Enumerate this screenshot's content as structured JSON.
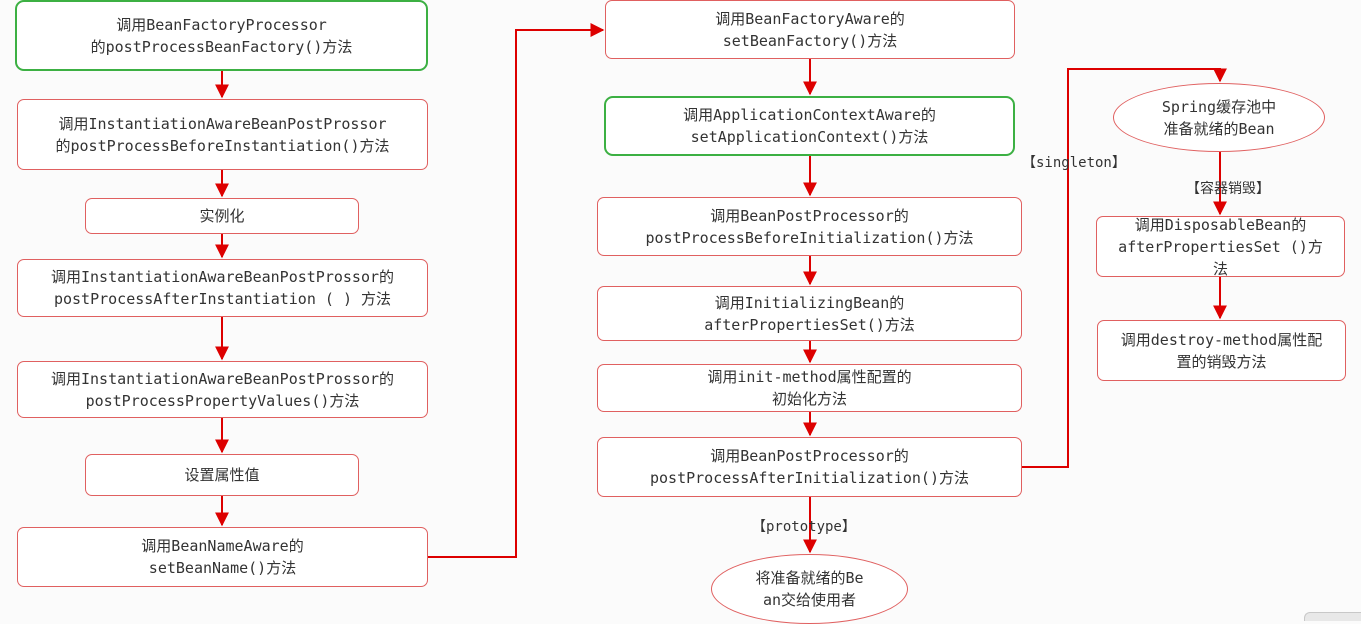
{
  "nodes": {
    "n1": "调用BeanFactoryProcessor\n的postProcessBeanFactory()方法",
    "n2": "调用InstantiationAwareBeanPostProssor\n的postProcessBeforeInstantiation()方法",
    "n3": "实例化",
    "n4": "调用InstantiationAwareBeanPostProssor的\npostProcessAfterInstantiation ( ) 方法",
    "n5": "调用InstantiationAwareBeanPostProssor的\npostProcessPropertyValues()方法",
    "n6": "设置属性值",
    "n7": "调用BeanNameAware的\nsetBeanName()方法",
    "m1": "调用BeanFactoryAware的\nsetBeanFactory()方法",
    "m2": "调用ApplicationContextAware的\nsetApplicationContext()方法",
    "m3": "调用BeanPostProcessor的\npostProcessBeforeInitialization()方法",
    "m4": "调用InitializingBean的\nafterPropertiesSet()方法",
    "m5": "调用init-method属性配置的\n初始化方法",
    "m6": "调用BeanPostProcessor的\npostProcessAfterInitialization()方法",
    "m7": "将准备就绪的Be\nan交给使用者",
    "r1": "Spring缓存池中\n准备就绪的Bean",
    "r2": "调用DisposableBean的\nafterPropertiesSet ()方\n法",
    "r3": "调用destroy-method属性配\n置的销毁方法"
  },
  "labels": {
    "singleton": "【singleton】",
    "prototype": "【prototype】",
    "destroy": "【容器销毁】"
  },
  "colors": {
    "arrow": "#dd0000",
    "box_border": "#e06060",
    "highlight_border": "#3cb043",
    "text": "#333333"
  }
}
